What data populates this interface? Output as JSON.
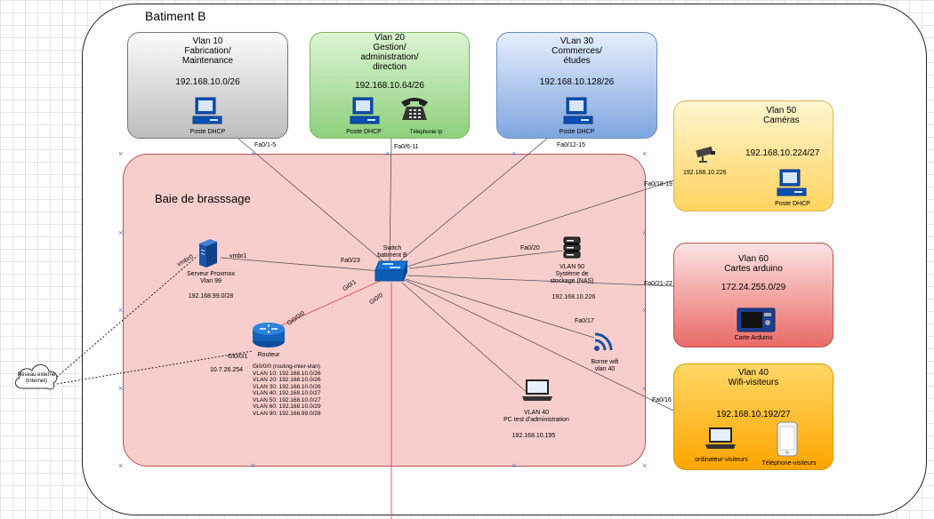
{
  "building": {
    "title": "Batiment B"
  },
  "baie": {
    "title": "Baie de brasssage"
  },
  "vlans": {
    "v10": {
      "name": "Vlan 10\nFabrication/\nMaintenance",
      "net": "192.168.10.0/26",
      "device": "Poste DHCP"
    },
    "v20": {
      "name": "Vlan 20\nGestion/\nadministration/\ndirection",
      "net": "192.168.10.64/26",
      "device": "Poste DHCP",
      "device2": "Téléphonie Ip"
    },
    "v30": {
      "name": "VLan 30\nCommerces/\nétudes",
      "net": "192.168.10.128/26",
      "device": "Poste DHCP"
    },
    "v50": {
      "name": "Vlan 50\nCaméras",
      "net": "192.168.10.224/27",
      "device": "Poste DHCP",
      "camera_ip": "192.168.10.226"
    },
    "v60": {
      "name": "Vlan 60\nCartes arduino",
      "net": "172.24.255.0/29",
      "device": "Carte Arduino"
    },
    "v40": {
      "name": "Vlan 40\nWifi-visiteurs",
      "net": "192.168.10.192/27",
      "device": "ordinateur-visiteurs",
      "device2": "Téléphone-visiteurs"
    }
  },
  "ports": {
    "fa01_5": "Fa0/1-5",
    "fa06_11": "Fa0/6-11",
    "fa012_15": "Fa0/12-15",
    "fa018_19": "Fa0/18-19",
    "fa021_22": "Fa0/21-22",
    "fa016": "Fa0/16",
    "fa020": "Fa0/20",
    "fa017": "Fa0/17",
    "fa023": "Fa0/23",
    "gi01_sw": "Gi0/1",
    "gi00_sw": "Gi0/0",
    "gi00_r": "Gi0/0/0",
    "gi01_r": "Gi0/0/1",
    "vmbr0": "vmbr0",
    "vmbr1": "vmbr1"
  },
  "switch": {
    "label": "Switch\nbatiment B"
  },
  "nas": {
    "label": "VLAN 50\nSystème de\nstockage (NAS)",
    "ip": "192.168.10.226"
  },
  "wifi": {
    "label": "Borne wifi\nvlan 40"
  },
  "pc_admin": {
    "label": "VLAN 40\nPC test d'administration",
    "ip": "192.168.10.195"
  },
  "proxmox": {
    "label": "Serveur Proxmox\nVlan 99",
    "ip": "192.168.99.0/28"
  },
  "router": {
    "label": "Routeur",
    "ext_ip": "10.7.26.254",
    "routes": [
      "Gi0/0/0 (routing-inter-vlan)",
      "VLAN 10: 192.168.10.0/26",
      "VLAN 20: 192.168.10.0/26",
      "VLAN 30: 192.168.10.0/26",
      "VLAN 40: 192.168.10.0/27",
      "VLAN 50: 192.168.10.0/27",
      "VLAN 60: 192.168.10.0/29",
      "VLAN 90: 192.168.99.0/28"
    ]
  },
  "cloud": {
    "label": "Réseau externe\n(internet)"
  }
}
